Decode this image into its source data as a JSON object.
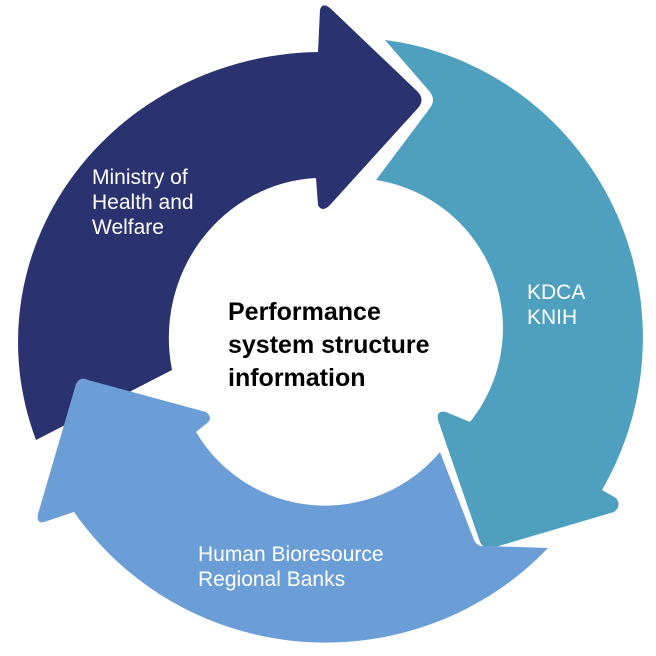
{
  "center": {
    "lines": [
      "Performance",
      "system structure",
      "information"
    ]
  },
  "segments": [
    {
      "id": "ministry",
      "lines": [
        "Ministry of",
        "Health and",
        "Welfare"
      ],
      "color": "#2b3270"
    },
    {
      "id": "kdca",
      "lines": [
        "KDCA",
        "KNIH"
      ],
      "color": "#4f9fbf"
    },
    {
      "id": "biobanks",
      "lines": [
        "Human Bioresource",
        "Regional Banks"
      ],
      "color": "#6b9ed6"
    }
  ]
}
